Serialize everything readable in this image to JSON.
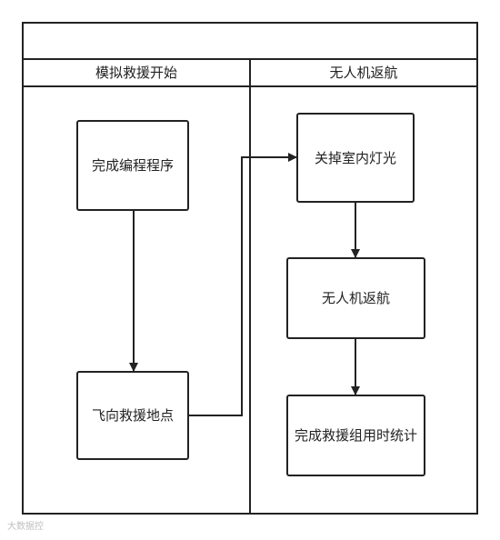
{
  "diagram": {
    "lanes": [
      {
        "id": "lane-left",
        "title": "模拟救援开始"
      },
      {
        "id": "lane-right",
        "title": "无人机返航"
      }
    ],
    "nodes": [
      {
        "id": "n1",
        "label": "完成编程程序"
      },
      {
        "id": "n2",
        "label": "飞向救援地点"
      },
      {
        "id": "n3",
        "label": "关掉室内灯光"
      },
      {
        "id": "n4",
        "label": "无人机返航"
      },
      {
        "id": "n5",
        "label": "完成救援组用时统计"
      }
    ],
    "edges": [
      {
        "from": "n1",
        "to": "n2"
      },
      {
        "from": "n2",
        "to": "n3"
      },
      {
        "from": "n3",
        "to": "n4"
      },
      {
        "from": "n4",
        "to": "n5"
      }
    ]
  },
  "watermark": {
    "text": "大数据控"
  },
  "colors": {
    "stroke": "#222222",
    "background": "#ffffff"
  }
}
